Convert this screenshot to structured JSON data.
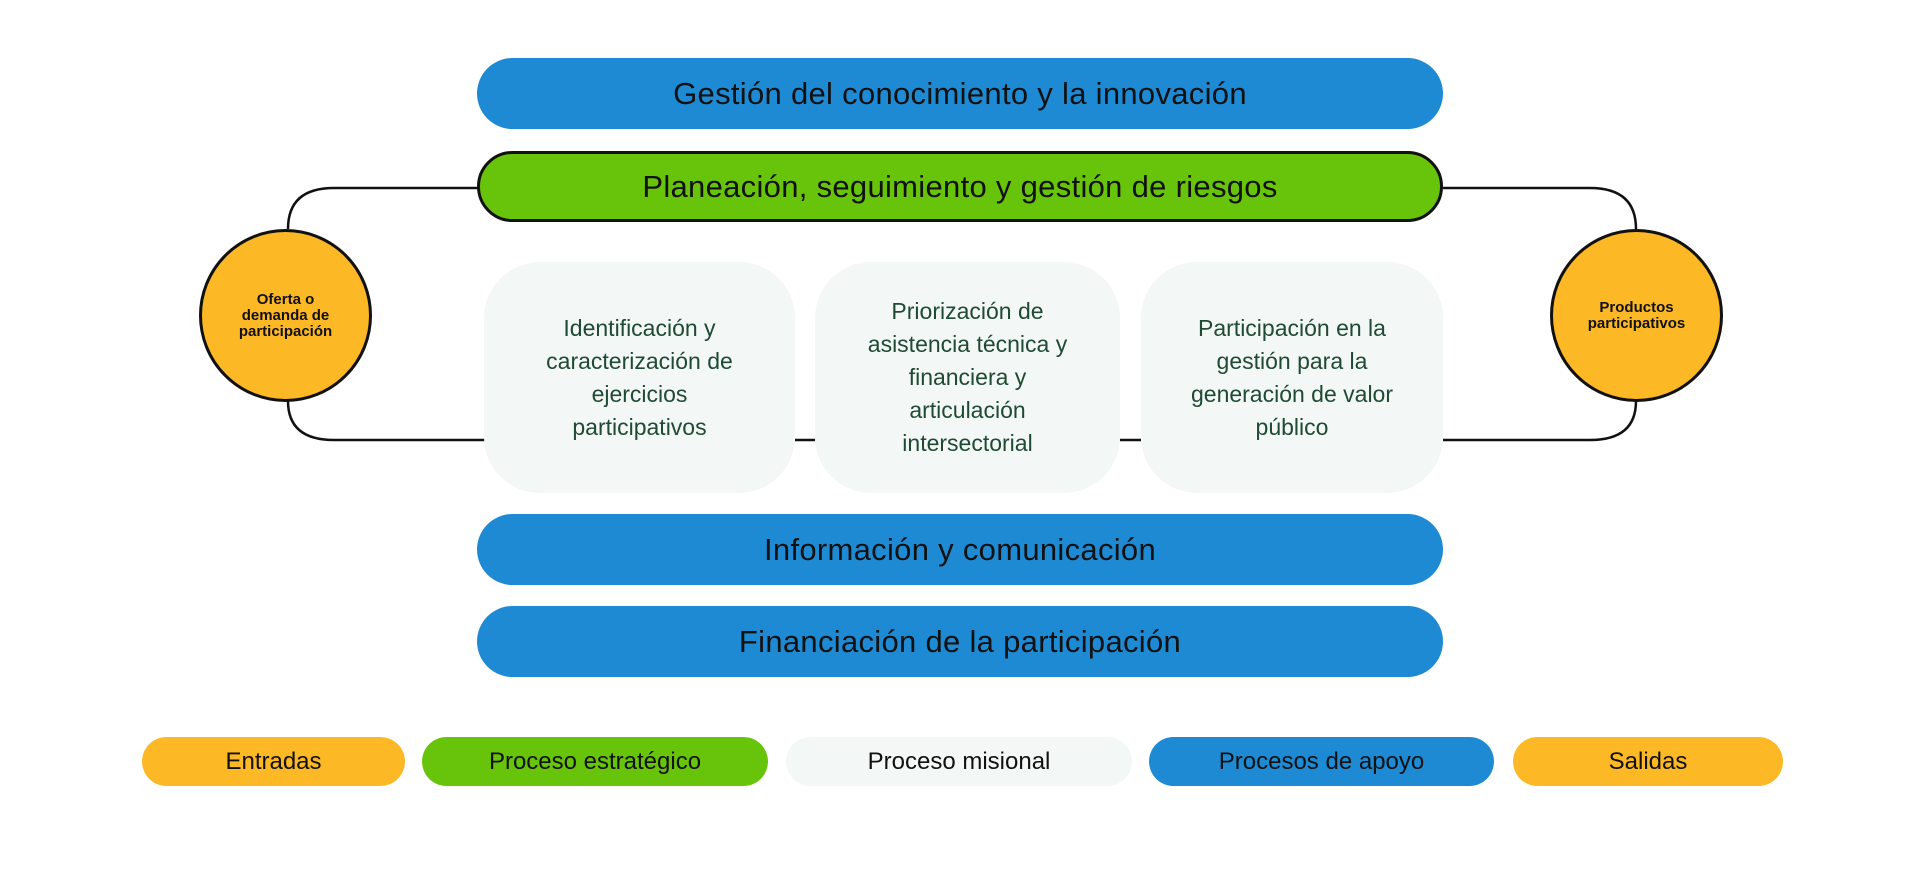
{
  "support_top": {
    "label": "Gestión del conocimiento y la innovación"
  },
  "strategic": {
    "label": "Planeación, seguimiento y gestión de riesgos"
  },
  "inputs": {
    "label_lines": [
      "Oferta o",
      "demanda de",
      "participación"
    ]
  },
  "outputs": {
    "label_lines": [
      "Productos",
      "participativos"
    ]
  },
  "mission_processes": [
    {
      "lines": [
        "Identificación y",
        "caracterización de",
        "ejercicios",
        "participativos"
      ]
    },
    {
      "lines": [
        "Priorización de",
        "asistencia técnica y",
        "financiera y",
        "articulación",
        "intersectorial"
      ]
    },
    {
      "lines": [
        "Participación en la",
        "gestión para la",
        "generación de valor",
        "público"
      ]
    }
  ],
  "support_bottom": [
    {
      "label": "Información y comunicación"
    },
    {
      "label": "Financiación de la participación"
    }
  ],
  "legend": [
    {
      "label": "Entradas",
      "color": "#FDB826"
    },
    {
      "label": "Proceso estratégico",
      "color": "#68C40A"
    },
    {
      "label": "Proceso misional",
      "color": "#F3F7F6"
    },
    {
      "label": "Procesos de apoyo",
      "color": "#1E8AD4"
    },
    {
      "label": "Salidas",
      "color": "#FDB826"
    }
  ]
}
